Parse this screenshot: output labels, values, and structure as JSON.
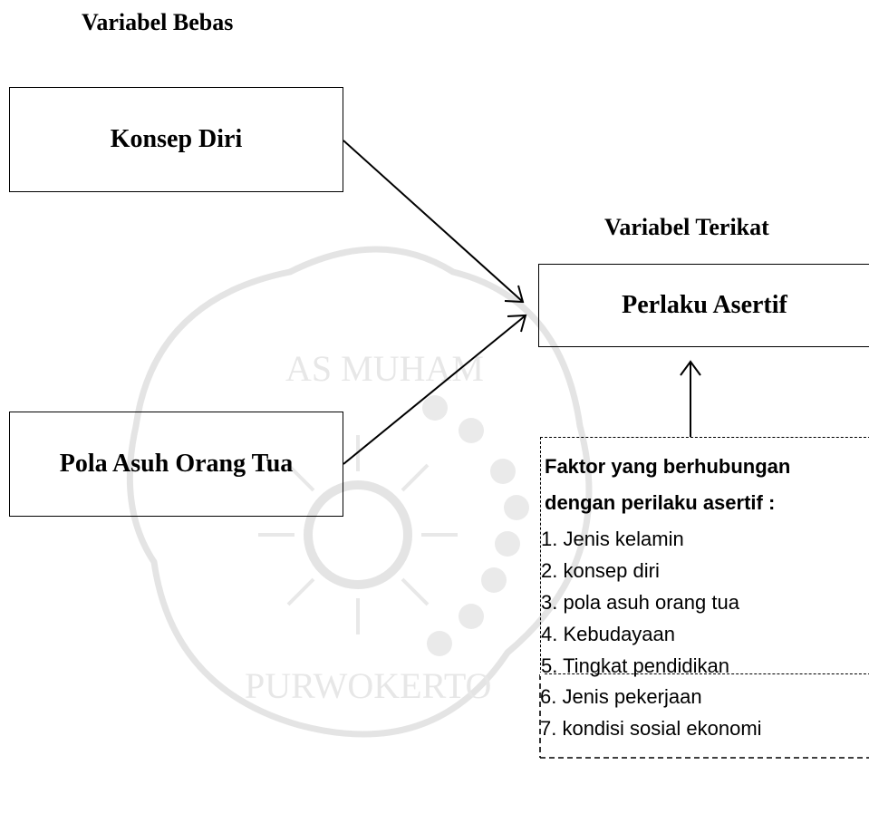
{
  "headings": {
    "independent": "Variabel Bebas",
    "dependent": "Variabel Terikat"
  },
  "boxes": {
    "konsep_diri": "Konsep Diri",
    "pola_asuh": "Pola Asuh Orang Tua",
    "perilaku_asertif": "Perlaku Asertif"
  },
  "factors": {
    "title_line1": "Faktor yang berhubungan",
    "title_line2": "dengan perilaku asertif :",
    "items": [
      "1. Jenis kelamin",
      "2. konsep diri",
      "3. pola asuh orang tua",
      "4. Kebudayaan",
      "5. Tingkat pendidikan",
      "6. Jenis pekerjaan",
      "7. kondisi sosial ekonomi"
    ]
  },
  "watermark": {
    "arc_top": "AS MUHAM",
    "arc_bottom": "PURWOKERTO",
    "color": "#d9d9d9"
  }
}
